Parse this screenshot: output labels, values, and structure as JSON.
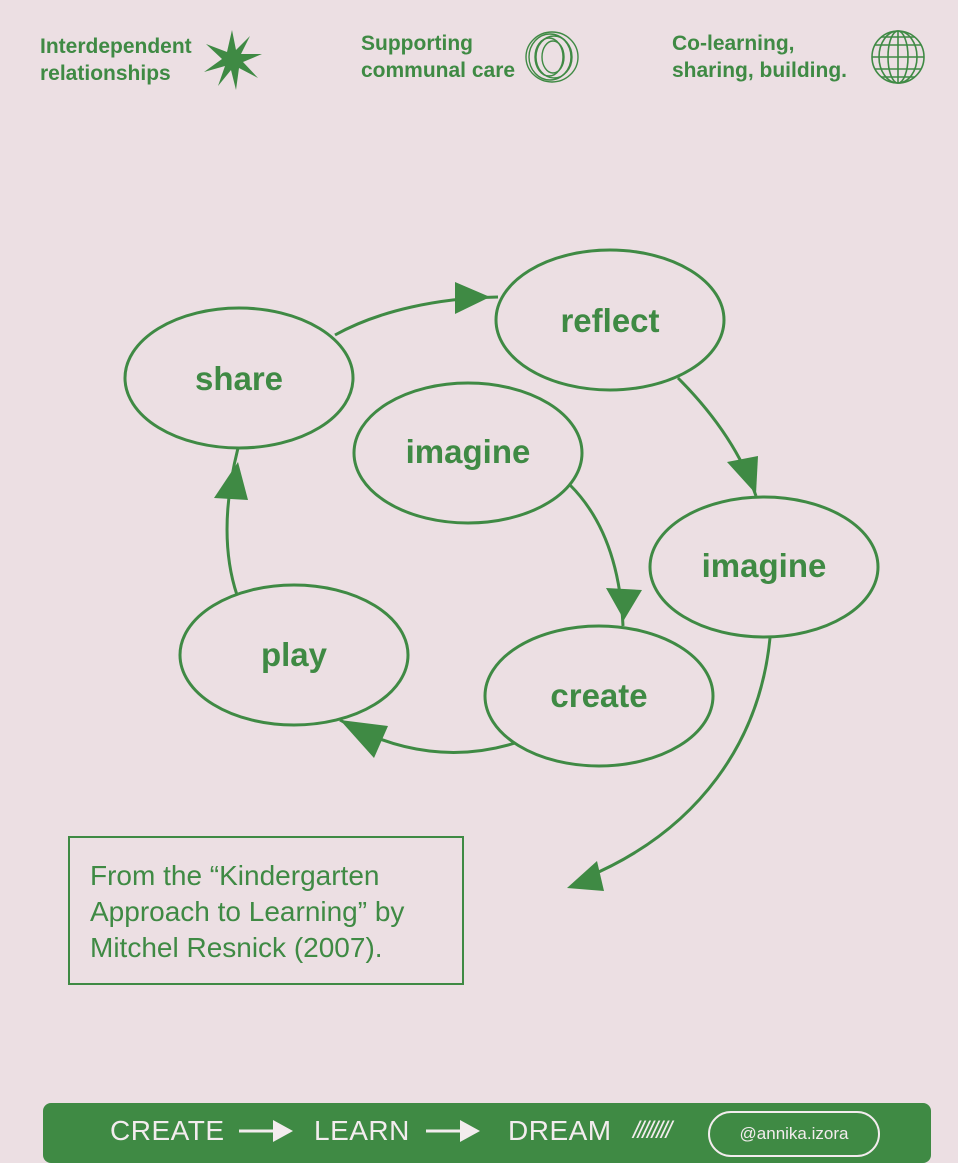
{
  "header": {
    "items": [
      {
        "line1": "Interdependent",
        "line2": "relationships",
        "icon": "starburst-icon"
      },
      {
        "line1": "Supporting",
        "line2": "communal care",
        "icon": "interlocking-rings-icon"
      },
      {
        "line1": "Co-learning,",
        "line2": "sharing, building.",
        "icon": "globe-grid-icon"
      }
    ]
  },
  "diagram": {
    "nodes": {
      "reflect": "reflect",
      "share": "share",
      "imagine_inner": "imagine",
      "imagine_outer": "imagine",
      "play": "play",
      "create": "create"
    }
  },
  "credit": {
    "line1": "From the “Kindergarten",
    "line2": "Approach to Learning” by",
    "line3": "Mitchel Resnick (2007)."
  },
  "footer": {
    "word1": "CREATE",
    "word2": "LEARN",
    "word3": "DREAM",
    "slashes": "////////",
    "handle": "@annika.izora"
  },
  "colors": {
    "background": "#ecdfe3",
    "accent_green": "#3f8a44",
    "footer_text": "#f3ecee"
  }
}
